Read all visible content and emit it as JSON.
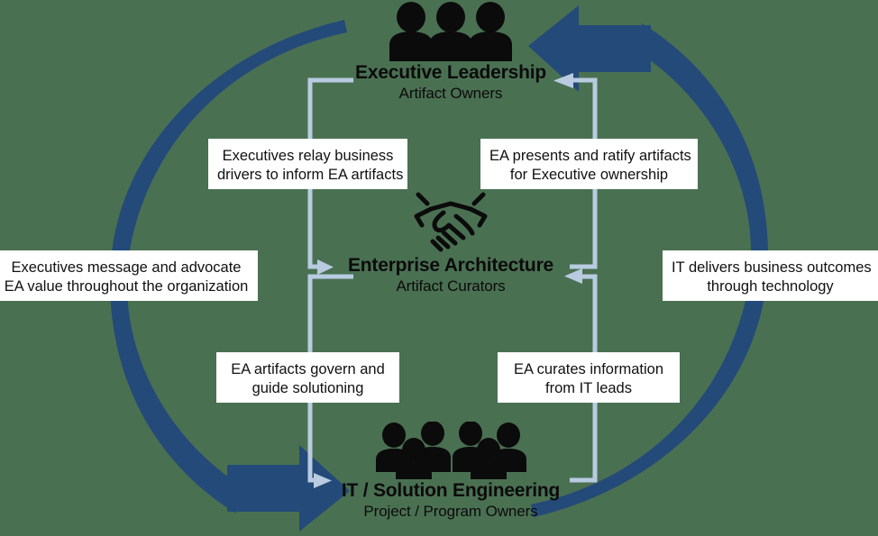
{
  "canvas": {
    "background_color": "#4a7052",
    "arrow_color": "#234a79",
    "connector_color": "#b8cbe0",
    "text_color": "#0b0b0b",
    "caption_background": "#ffffff"
  },
  "nodes": {
    "executive": {
      "icon": "three-people-icon",
      "title": "Executive Leadership",
      "subtitle": "Artifact Owners"
    },
    "enterprise_architecture": {
      "icon": "handshake-icon",
      "title": "Enterprise Architecture",
      "subtitle": "Artifact Curators"
    },
    "it": {
      "icon": "group-of-people-icon",
      "title": "IT / Solution Engineering",
      "subtitle": "Project / Program Owners"
    }
  },
  "captions": {
    "exec_to_ea": {
      "line1": "Executives relay business",
      "line2": "drivers to inform EA artifacts"
    },
    "ea_to_exec": {
      "line1": "EA presents and ratify artifacts",
      "line2": "for Executive ownership"
    },
    "exec_advocacy": {
      "line1": "Executives message and advocate",
      "line2": "EA value throughout the organization"
    },
    "it_outcomes": {
      "line1": "IT delivers business outcomes",
      "line2": "through technology"
    },
    "ea_to_it": {
      "line1": "EA artifacts govern and",
      "line2": "guide solutioning"
    },
    "it_to_ea": {
      "line1": "EA curates information",
      "line2": "from IT leads"
    }
  },
  "arrows": {
    "outer_left": {
      "name": "left-outer-arc-arrow",
      "direction": "downward-clockwise-to-IT",
      "color": "#234a79"
    },
    "outer_right": {
      "name": "right-outer-arc-arrow",
      "direction": "upward-clockwise-to-Executive",
      "color": "#234a79"
    }
  }
}
